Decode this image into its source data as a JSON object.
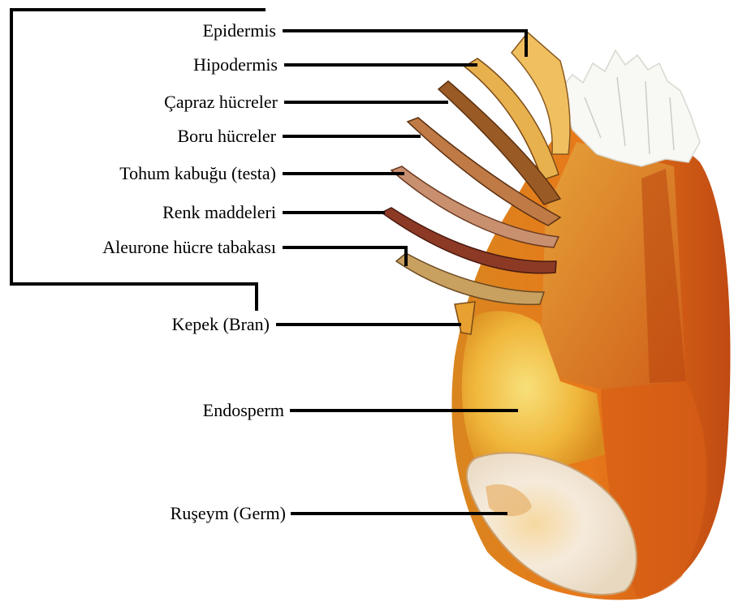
{
  "labels": {
    "epidermis": "Epidermis",
    "hipodermis": "Hipodermis",
    "capraz": "Çapraz hücreler",
    "boru": "Boru hücreler",
    "tohum": "Tohum kabuğu (testa)",
    "renk": "Renk maddeleri",
    "aleurone": "Aleurone hücre tabakası",
    "kepek": "Kepek (Bran)",
    "endosperm": "Endosperm",
    "ruseym": "Ruşeym (Germ)"
  },
  "colors": {
    "leader_line": "#000000",
    "seed_orange": "#e07a1a",
    "seed_dark": "#b8460f",
    "endosperm": "#f2c34a",
    "germ": "#f4ead8",
    "brush_hairs": "#ffffff"
  }
}
